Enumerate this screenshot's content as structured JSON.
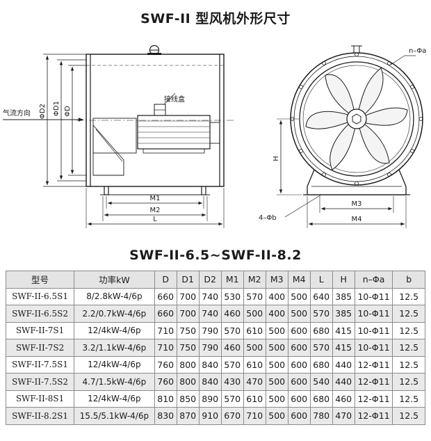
{
  "title": "SWF-II 型风机外形尺寸",
  "subtitle": "SWF-II-6.5~SWF-II-8.2",
  "drawing": {
    "labels": {
      "airflow": "气流方向",
      "junction_box": "接线盒",
      "d2": "ΦD2",
      "d1": "ΦD1",
      "d": "ΦD",
      "m1": "M1",
      "m2": "M2",
      "l": "L",
      "h": "H",
      "holes_top": "n–Φa",
      "holes_bottom": "4–Φb",
      "m3": "M3",
      "m4": "M4"
    }
  },
  "table": {
    "headers": [
      "型号",
      "功率kW",
      "D",
      "D1",
      "D2",
      "M1",
      "M2",
      "M3",
      "M4",
      "L",
      "H",
      "n–Φa",
      "b"
    ],
    "rows": [
      [
        "SWF-II-6.5S1",
        "8/2.8kW-4/6p",
        "660",
        "700",
        "740",
        "530",
        "570",
        "400",
        "500",
        "640",
        "385",
        "10-Φ11",
        "12.5"
      ],
      [
        "SWF-II-6.5S2",
        "2.2/0.7kW-4/6p",
        "660",
        "700",
        "740",
        "460",
        "500",
        "400",
        "500",
        "570",
        "385",
        "10-Φ11",
        "12.5"
      ],
      [
        "SWF-II-7S1",
        "12/4kW-4/6p",
        "710",
        "750",
        "790",
        "570",
        "610",
        "500",
        "600",
        "680",
        "415",
        "10-Φ11",
        "12.5"
      ],
      [
        "SWF-II-7S2",
        "3.2/1.1kW-4/6p",
        "710",
        "750",
        "790",
        "460",
        "500",
        "500",
        "600",
        "570",
        "415",
        "10-Φ11",
        "12.5"
      ],
      [
        "SWF-II-7.5S1",
        "12/4kW-4/6p",
        "760",
        "800",
        "840",
        "570",
        "610",
        "500",
        "600",
        "680",
        "440",
        "12-Φ11",
        "12.5"
      ],
      [
        "SWF-II-7.5S2",
        "4.7/1.5kW-4/6p",
        "760",
        "800",
        "840",
        "430",
        "470",
        "500",
        "600",
        "540",
        "440",
        "12-Φ11",
        "12.5"
      ],
      [
        "SWF-II-8S1",
        "12/4kW-4/6p",
        "810",
        "850",
        "890",
        "570",
        "610",
        "500",
        "600",
        "680",
        "460",
        "12-Φ11",
        "12.5"
      ],
      [
        "SWF-II-8.2S1",
        "15.5/5.1kW-4/6p",
        "830",
        "870",
        "910",
        "670",
        "710",
        "500",
        "600",
        "780",
        "470",
        "12-Φ11",
        "12.5"
      ]
    ]
  }
}
